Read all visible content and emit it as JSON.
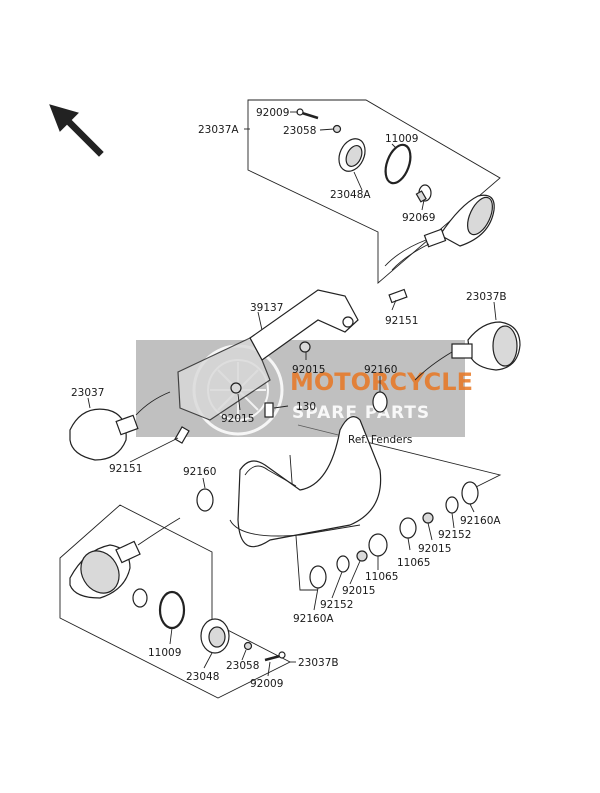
{
  "watermark": {
    "line1": "MOTORCYCLE",
    "line2": "SPARE PARTS",
    "color_bg": "#8c8c8c",
    "color_text": "#ffffff",
    "accent": "#e87722"
  },
  "labels": {
    "p92009_top": "92009",
    "p23058_top": "23058",
    "p23037A": "23037A",
    "p11009_top": "11009",
    "p23048A": "23048A",
    "p92069": "92069",
    "p39137": "39137",
    "p92151_top": "92151",
    "p23037B_top": "23037B",
    "p92015_a": "92015",
    "p92160_r": "92160",
    "p23037": "23037",
    "p92015_b": "92015",
    "p130": "130",
    "ref_fenders": "Ref. Fenders",
    "p92151_bl": "92151",
    "p92160_l": "92160",
    "p92160A_r": "92160A",
    "p92152_r": "92152",
    "p92015_c": "92015",
    "p11065_a": "11065",
    "p11065_b": "11065",
    "p92015_d": "92015",
    "p92152_b": "92152",
    "p92160A_b": "92160A",
    "p11009_bot": "11009",
    "p23058_bot": "23058",
    "p23037B_bot": "23037B",
    "p23048": "23048",
    "p92009_bot": "92009"
  },
  "icons": {
    "direction": "front-direction-arrow-icon"
  }
}
